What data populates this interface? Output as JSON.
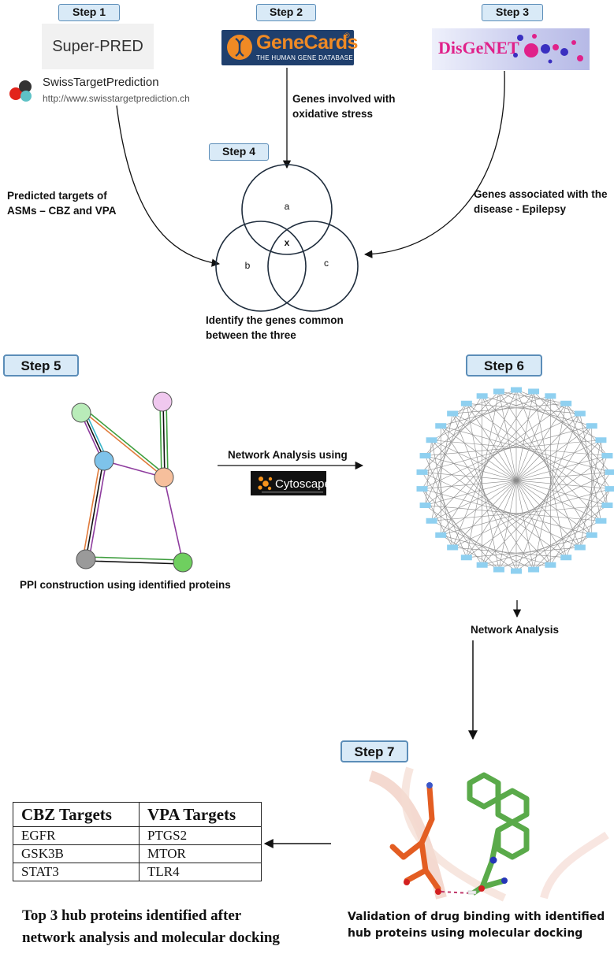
{
  "steps": {
    "s1": "Step 1",
    "s2": "Step 2",
    "s3": "Step 3",
    "s4": "Step 4",
    "s5": "Step 5",
    "s6": "Step 6",
    "s7": "Step 7"
  },
  "sources": {
    "superpred": "Super-PRED",
    "swiss_name": "SwissTargetPrediction",
    "swiss_url": "http://www.swisstargetprediction.ch",
    "genecards_name": "GeneCards",
    "genecards_mark": "®",
    "genecards_tagline": "THE HUMAN GENE DATABASE",
    "disgenet": "DisGeNET"
  },
  "labels": {
    "oxidative": "Genes involved with oxidative stress",
    "predicted": "Predicted targets of ASMs – CBZ and VPA",
    "disease": "Genes associated with the disease - Epilepsy",
    "identify": "Identify the genes common between the three",
    "ppi": "PPI construction using identified proteins",
    "network_using": "Network Analysis using",
    "cytoscape": "Cytoscape",
    "network_analysis": "Network Analysis",
    "validation": "Validation of drug binding with identified hub proteins using molecular docking",
    "top3": "Top 3 hub proteins identified after network analysis and molecular docking"
  },
  "venn": {
    "a": "a",
    "b": "b",
    "c": "c",
    "x": "x"
  },
  "table": {
    "headers": [
      "CBZ Targets",
      "VPA Targets"
    ],
    "rows": [
      [
        "EGFR",
        "PTGS2"
      ],
      [
        "GSK3B",
        "MTOR"
      ],
      [
        "STAT3",
        "TLR4"
      ]
    ]
  },
  "colors": {
    "step_fill": "#d9eaf7",
    "step_border": "#5b8db8",
    "genecards_bg": "#1f3f6d",
    "genecards_orange": "#f08a24",
    "disgenet_pink": "#e0218a",
    "node_label_fill": "#8fd0f0"
  }
}
